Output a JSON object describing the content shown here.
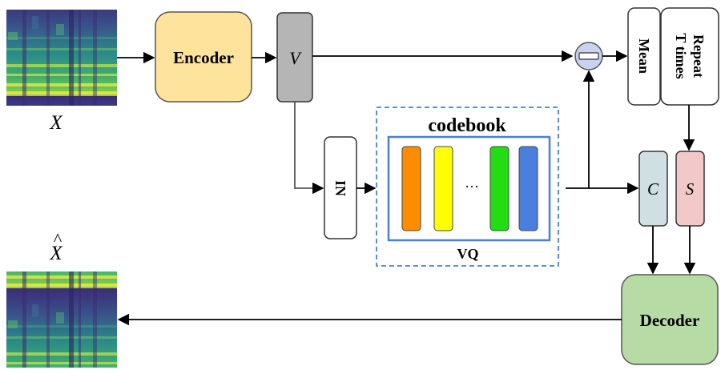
{
  "input_label": "X",
  "output_label_base": "X",
  "output_label_hat": "^",
  "encoder_label": "Encoder",
  "v_label": "V",
  "in_label": "IN",
  "codebook_title": "codebook",
  "ellipsis": "···",
  "vq_label": "VQ",
  "subtract_symbol": "−",
  "mean_label": "Mean",
  "repeat_line1": "Repeat",
  "repeat_line2": "T times",
  "c_label": "C",
  "s_label": "S",
  "decoder_label": "Decoder",
  "colors": {
    "encoder_fill": "#fde39b",
    "v_fill": "#b5b5b5",
    "codebook_border": "#4a7fd4",
    "codebook_dash": "#4a7fd4",
    "code_orange": "#ff8c00",
    "code_yellow": "#ffff00",
    "code_green": "#22dd11",
    "code_blue": "#4a7fe0",
    "subtract_fill": "#c9d3f0",
    "c_fill": "#cfdfe3",
    "s_fill": "#f3c8c8",
    "decoder_fill": "#b7dba4"
  },
  "icons": {
    "input_spectrogram": "spectrogram-image",
    "output_spectrogram": "spectrogram-image",
    "subtract": "minus-circle-icon"
  }
}
